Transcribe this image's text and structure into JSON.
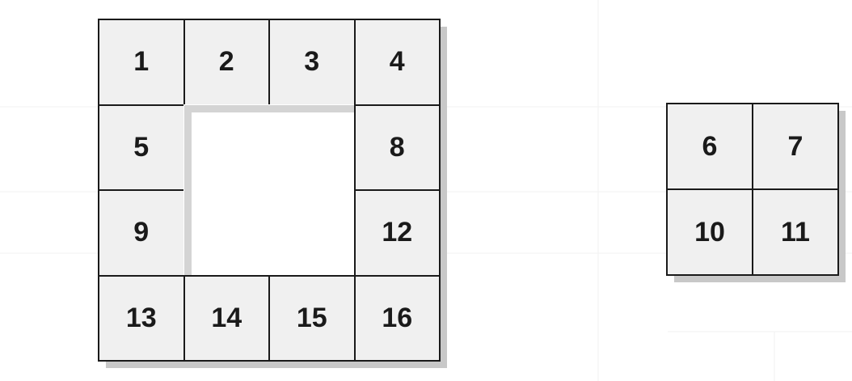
{
  "outer_grid": {
    "cells": [
      "1",
      "2",
      "3",
      "4",
      "5",
      "",
      "",
      "8",
      "9",
      "",
      "",
      "12",
      "13",
      "14",
      "15",
      "16"
    ]
  },
  "inner_grid": {
    "cells": [
      "6",
      "7",
      "10",
      "11"
    ]
  }
}
